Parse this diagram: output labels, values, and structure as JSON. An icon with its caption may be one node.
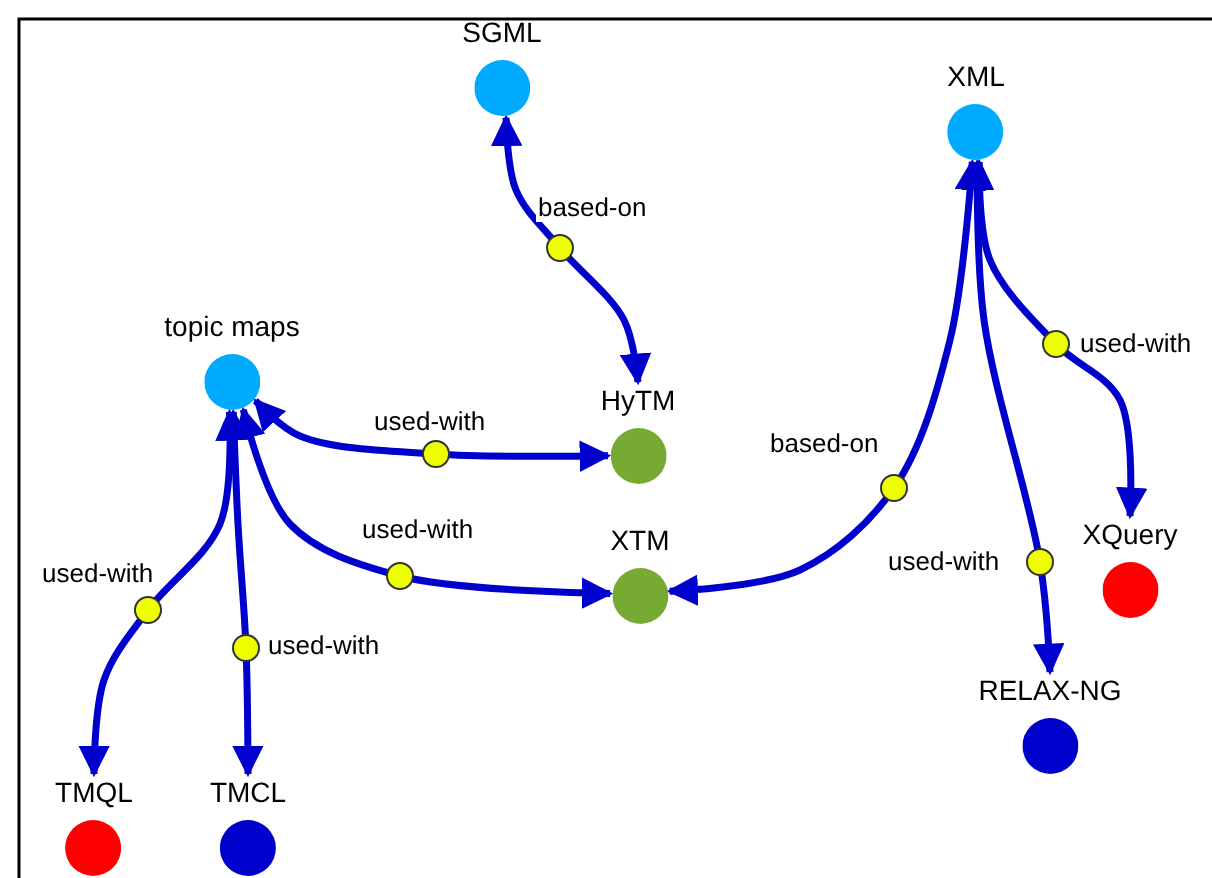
{
  "diagram": {
    "nodes": [
      {
        "text": [
          "SGML"
        ]
      },
      {
        "text": [
          "XML"
        ]
      },
      {
        "text": [
          "topic maps"
        ]
      },
      {
        "text": [
          "HyTM"
        ]
      },
      {
        "text": [
          "XTM"
        ]
      },
      {
        "text": [
          "XQuery"
        ]
      },
      {
        "text": [
          "RELAX-NG"
        ]
      },
      {
        "text": [
          "TMQL"
        ]
      },
      {
        "text": [
          "TMCL"
        ]
      }
    ],
    "edges": [
      {
        "from": 0,
        "to": 3,
        "arrow": "both",
        "label": "based-on"
      },
      {
        "from": 2,
        "to": 3,
        "arrow": "both",
        "label": "used-with"
      },
      {
        "from": 2,
        "to": 4,
        "arrow": "both",
        "label": "used-with"
      },
      {
        "from": 2,
        "to": 7,
        "arrow": "both",
        "label": "used-with"
      },
      {
        "from": 2,
        "to": 8,
        "arrow": "both",
        "label": "used-with"
      },
      {
        "from": 1,
        "to": 4,
        "arrow": "both",
        "label": "based-on"
      },
      {
        "from": 1,
        "to": 6,
        "arrow": "both",
        "label": "used-with"
      },
      {
        "from": 1,
        "to": 5,
        "arrow": "both",
        "label": "used-with"
      }
    ]
  }
}
